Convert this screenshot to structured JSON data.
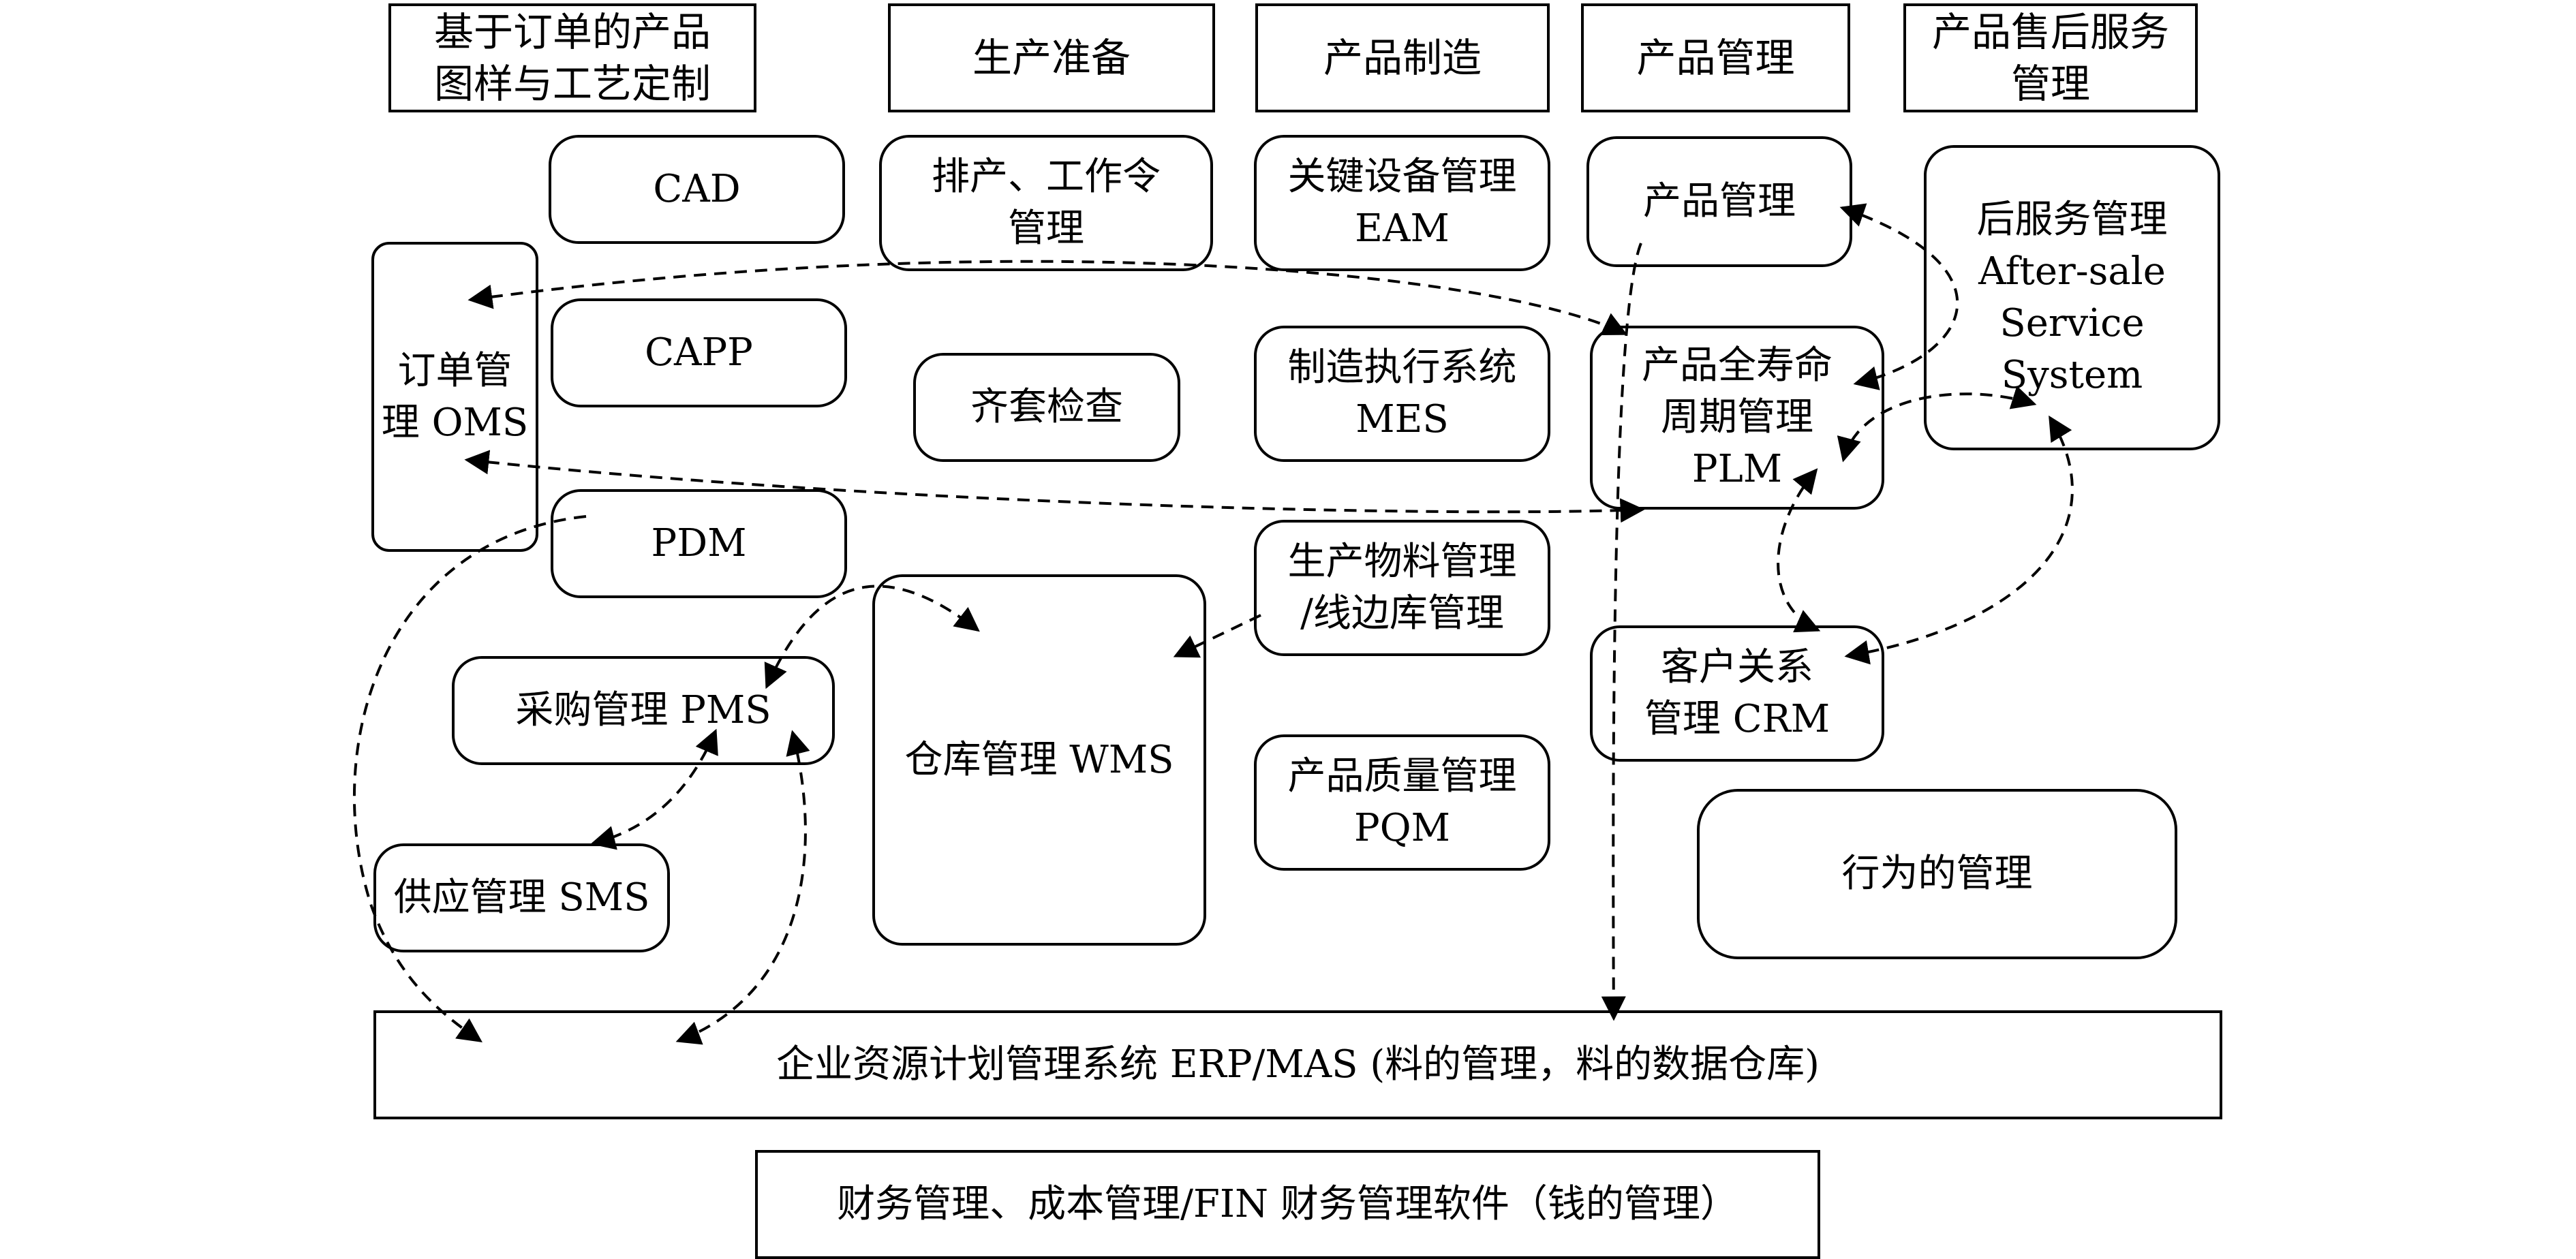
{
  "headers": {
    "custom": "基于订单的产品\n图样与工艺定制",
    "prep": "生产准备",
    "mfg": "产品制造",
    "product": "产品管理",
    "aftersale": "产品售后服务\n管理"
  },
  "modules": {
    "cad": "CAD",
    "capp": "CAPP",
    "pdm": "PDM",
    "oms": "订单管\n理  OMS",
    "pms": "采购管理 PMS",
    "sms": "供应管理 SMS",
    "scheduling": "排产、工作令\n管理",
    "kitting": "齐套检查",
    "wms": "仓库管理 WMS",
    "eam": "关键设备管理\nEAM",
    "mes": "制造执行系统\nMES",
    "materials": "生产物料管理\n/线边库管理",
    "pqm": "产品质量管理\nPQM",
    "product_mgmt": "产品管理",
    "plm": "产品全寿命\n周期管理\nPLM",
    "crm": "客户关系\n管理 CRM",
    "behavior": "行为的管理",
    "after_sale_system": "后服务管理\nAfter-sale\nService\nSystem"
  },
  "footer": {
    "erp": "企业资源计划管理系统 ERP/MAS (料的管理，料的数据仓库)",
    "fin": "财务管理、成本管理/FIN 财务管理软件（钱的管理）"
  }
}
